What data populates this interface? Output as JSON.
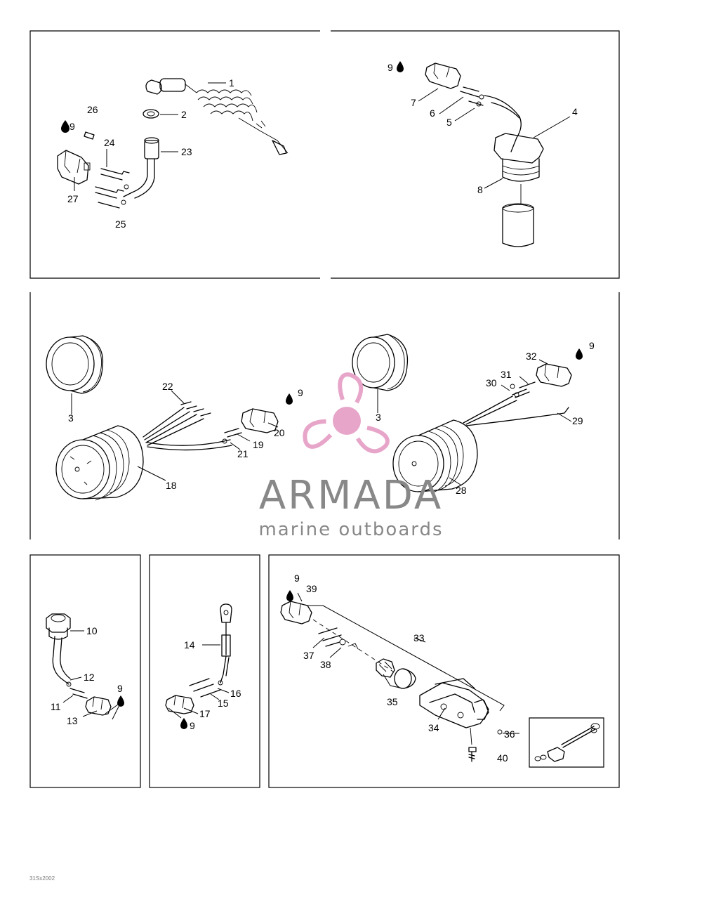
{
  "labels": {
    "p1": {
      "l1": "1",
      "l2": "2",
      "l23": "23",
      "l26": "26",
      "l9": "9",
      "l24": "24",
      "l27": "27",
      "l25": "25"
    },
    "p2": {
      "l9": "9",
      "l7": "7",
      "l6": "6",
      "l5": "5",
      "l4": "4",
      "l8": "8"
    },
    "p3": {
      "l3a": "3",
      "l22": "22",
      "l9": "9",
      "l20": "20",
      "l19": "19",
      "l21": "21",
      "l18": "18",
      "l3b": "3",
      "l32": "32",
      "l9b": "9",
      "l31": "31",
      "l30": "30",
      "l29": "29",
      "l28": "28"
    },
    "p4": {
      "l10": "10",
      "l12": "12",
      "l11": "11",
      "l9": "9",
      "l13": "13"
    },
    "p5": {
      "l14": "14",
      "l16": "16",
      "l15": "15",
      "l17": "17",
      "l9": "9"
    },
    "p6": {
      "l9": "9",
      "l39": "39",
      "l33": "33",
      "l37": "37",
      "l38": "38",
      "l35": "35",
      "l34": "34",
      "l36": "36",
      "l40": "40"
    }
  },
  "watermark": {
    "brand": "ARMADA",
    "tagline": "marine outboards",
    "color": "#e7a6c9",
    "text_color": "#888888"
  },
  "footer": {
    "code": "31Sx2002"
  },
  "icons": [
    "lubricant-drop-icon",
    "propeller-logo-icon"
  ]
}
